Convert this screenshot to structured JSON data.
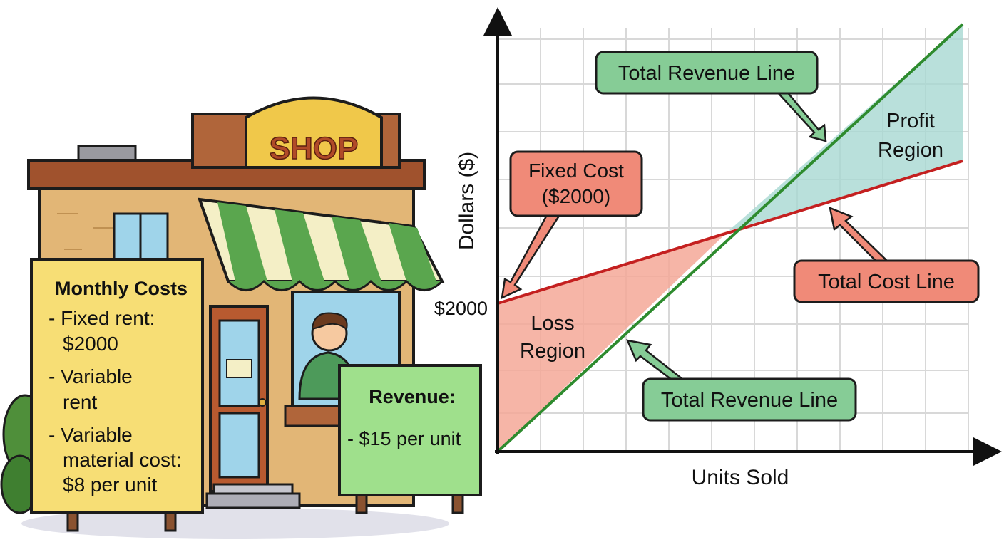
{
  "shop": {
    "sign": "SHOP",
    "costs_board": {
      "title": "Monthly Costs",
      "items": [
        [
          "- Fixed rent:",
          "$2000"
        ],
        [
          "- Variable",
          "rent"
        ],
        [
          "- Variable",
          "material cost:",
          "$8 per unit"
        ]
      ]
    },
    "revenue_board": {
      "title": "Revenue:",
      "item": "- $15 per unit"
    }
  },
  "graph": {
    "x_axis_label": "Units Sold",
    "y_axis_label": "Dollars ($)",
    "y_tick_label": "$2000",
    "callouts": {
      "revenue_top": "Total Revenue Line",
      "fixed_cost": [
        "Fixed Cost",
        "($2000)"
      ],
      "total_cost": "Total Cost Line",
      "revenue_bottom": "Total Revenue Line"
    },
    "regions": {
      "profit": [
        "Profit",
        "Region"
      ],
      "loss": [
        "Loss",
        "Region"
      ]
    },
    "colors": {
      "revenue_line": "#2e8b2e",
      "cost_line": "#c42020",
      "profit_fill": "#a8d8d2",
      "loss_fill": "#f4a898",
      "green_callout": "#86cc96",
      "red_callout": "#f08a78"
    }
  }
}
